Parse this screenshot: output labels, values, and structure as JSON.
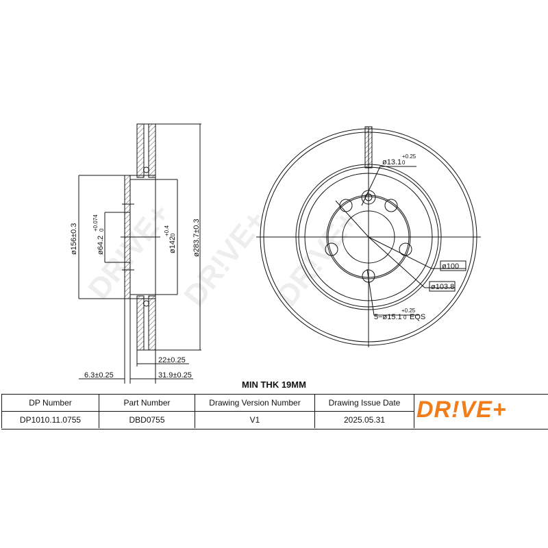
{
  "drawing": {
    "watermark": "DR!VE+",
    "side_view": {
      "dim_156": "ø156±0.3",
      "dim_64_2": "ø64.2",
      "dim_64_2_tol": "+0.074",
      "dim_64_2_tol_low": "0",
      "dim_142": "ø142",
      "dim_142_tol": "+0.4",
      "dim_142_tol_low": "0",
      "dim_283_7": "ø283.7±0.3",
      "dim_22": "22±0.25",
      "dim_6_3": "6.3±0.25",
      "dim_31_9": "31.9±0.25"
    },
    "front_view": {
      "dim_13_1": "ø13.1",
      "dim_13_1_tol": "+0.25",
      "dim_13_1_tol_low": "0",
      "dim_100": "ø100",
      "dim_103_8": "ø103.8",
      "dim_holes": "5−ø15.1",
      "dim_holes_tol": "+0.25",
      "dim_holes_tol_low": "0",
      "dim_holes_suffix": "EQS"
    },
    "min_thickness": "MIN THK 19MM"
  },
  "title_block": {
    "headers": [
      "DP Number",
      "Part Number",
      "Drawing Version Number",
      "Drawing Issue Date"
    ],
    "values": [
      "DP1010.11.0755",
      "DBD0755",
      "V1",
      "2025.05.31"
    ],
    "logo": "DR!VE+",
    "logo_color": "#f07d1a"
  }
}
